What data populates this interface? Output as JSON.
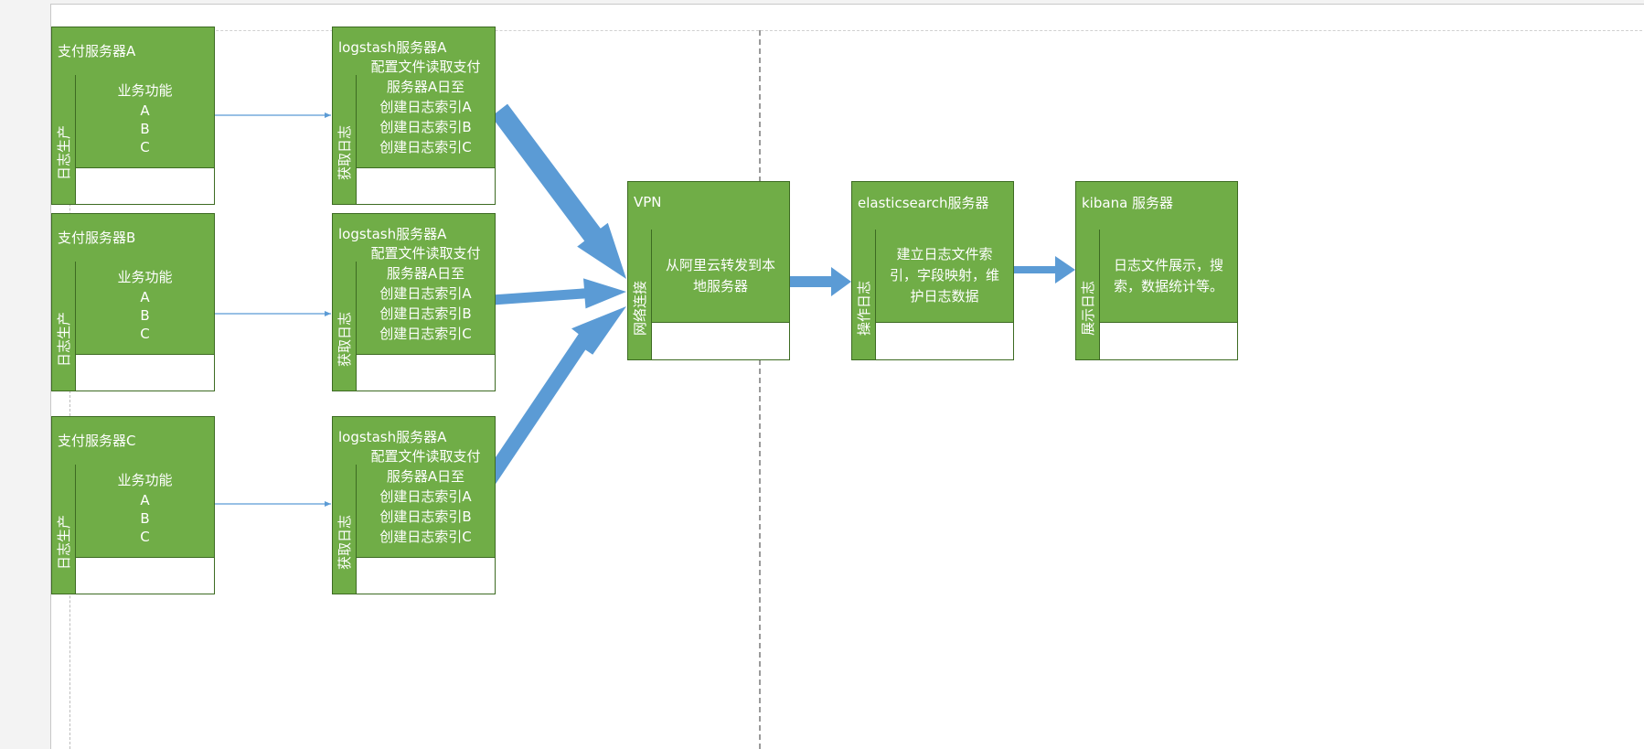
{
  "pay_servers": [
    {
      "title": "支付服务器A",
      "side": "日志生产",
      "lines": [
        "业务功能",
        "A",
        "B",
        "C"
      ]
    },
    {
      "title": "支付服务器B",
      "side": "日志生产",
      "lines": [
        "业务功能",
        "A",
        "B",
        "C"
      ]
    },
    {
      "title": "支付服务器C",
      "side": "日志生产",
      "lines": [
        "业务功能",
        "A",
        "B",
        "C"
      ]
    }
  ],
  "logstash_servers": [
    {
      "title": "logstash服务器A",
      "side": "获取日志",
      "lines": [
        "配置文件读取支付",
        "服务器A日至",
        "创建日志索引A",
        "创建日志索引B",
        "创建日志索引C"
      ]
    },
    {
      "title": "logstash服务器A",
      "side": "获取日志",
      "lines": [
        "配置文件读取支付",
        "服务器A日至",
        "创建日志索引A",
        "创建日志索引B",
        "创建日志索引C"
      ]
    },
    {
      "title": "logstash服务器A",
      "side": "获取日志",
      "lines": [
        "配置文件读取支付",
        "服务器A日至",
        "创建日志索引A",
        "创建日志索引B",
        "创建日志索引C"
      ]
    }
  ],
  "vpn": {
    "title": "VPN",
    "side": "网络连接",
    "text": "从阿里云转发到本地服务器"
  },
  "elasticsearch": {
    "title": "elasticsearch服务器",
    "side": "操作日志",
    "text": "建立日志文件索引，字段映射，维护日志数据"
  },
  "kibana": {
    "title": "kibana 服务器",
    "side": "展示日志",
    "text": "日志文件展示，搜索，数据统计等。"
  },
  "colors": {
    "box_fill": "#70ad47",
    "box_border": "#3d6b22",
    "arrow": "#5b9bd5"
  }
}
